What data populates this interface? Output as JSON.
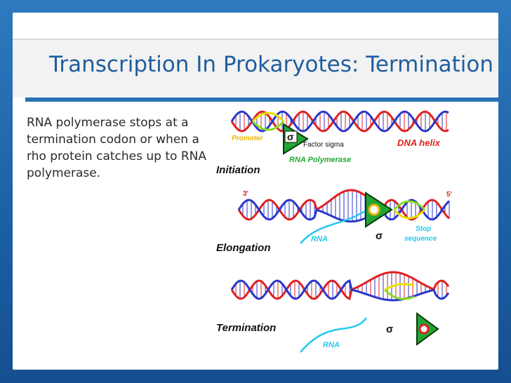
{
  "slide": {
    "title": "Transcription In Prokaryotes: Termination",
    "body": "RNA polymerase stops at a termination codon or when a rho protein catches up to RNA polymerase."
  },
  "diagram": {
    "stages": {
      "initiation": "Initiation",
      "elongation": "Elongation",
      "termination": "Termination"
    },
    "labels": {
      "promoter": "Promoter",
      "factor_sigma": "Factor sigma",
      "dna_helix": "DNA helix",
      "rna_polymerase": "RNA Polymerase",
      "three_prime": "3'",
      "five_prime": "5'",
      "rna_elong": "RNA",
      "sigma_elong": "σ",
      "stop_line1": "Stop",
      "stop_line2": "sequence",
      "rna_term": "RNA",
      "sigma_term": "σ",
      "sigma_init": "σ"
    },
    "colors": {
      "strand_red": "#e02020",
      "strand_blue": "#2a37c8",
      "promoter_yellow": "#e6e000",
      "stop_green": "#88dd22",
      "rna_cyan": "#22c8f0",
      "polymerase_green": "#22a633",
      "label_orange": "#f0b400",
      "label_green": "#22aa33"
    }
  }
}
